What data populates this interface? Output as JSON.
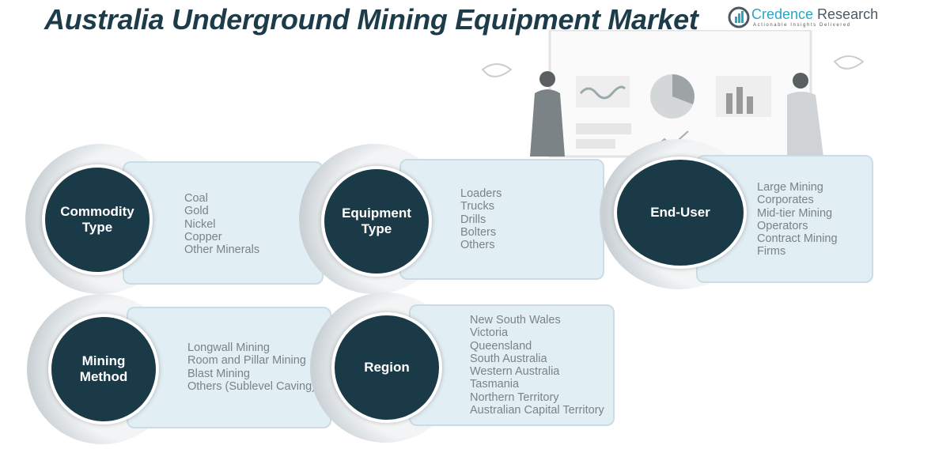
{
  "title": "Australia Underground Mining Equipment Market",
  "logo": {
    "name_part1": "Credence",
    "name_part2": " Research",
    "tagline": "Actionable Insights Delivered"
  },
  "colors": {
    "circle": "#1b3a48",
    "box": "#e1eef4",
    "title": "#1d3c4a",
    "item_text": "#7b8287"
  },
  "segments": [
    {
      "label": "Commodity Type",
      "items": [
        "Coal",
        "Gold",
        "Nickel",
        "Copper",
        "Other Minerals"
      ]
    },
    {
      "label": "Equipment Type",
      "items": [
        "Loaders",
        "Trucks",
        "Drills",
        "Bolters",
        "Others"
      ]
    },
    {
      "label": "End-User",
      "items": [
        "Large Mining",
        "Corporates",
        "Mid-tier Mining",
        "Operators",
        "Contract Mining",
        "Firms"
      ]
    },
    {
      "label": "Mining Method",
      "items": [
        "Longwall Mining",
        "Room and Pillar Mining",
        "Blast Mining",
        "Others (Sublevel Caving)"
      ]
    },
    {
      "label": "Region",
      "items": [
        "New South Wales",
        "Victoria",
        "Queensland",
        "South Australia",
        "Western Australia",
        "Tasmania",
        "Northern Territory",
        "Australian Capital Territory"
      ]
    }
  ]
}
